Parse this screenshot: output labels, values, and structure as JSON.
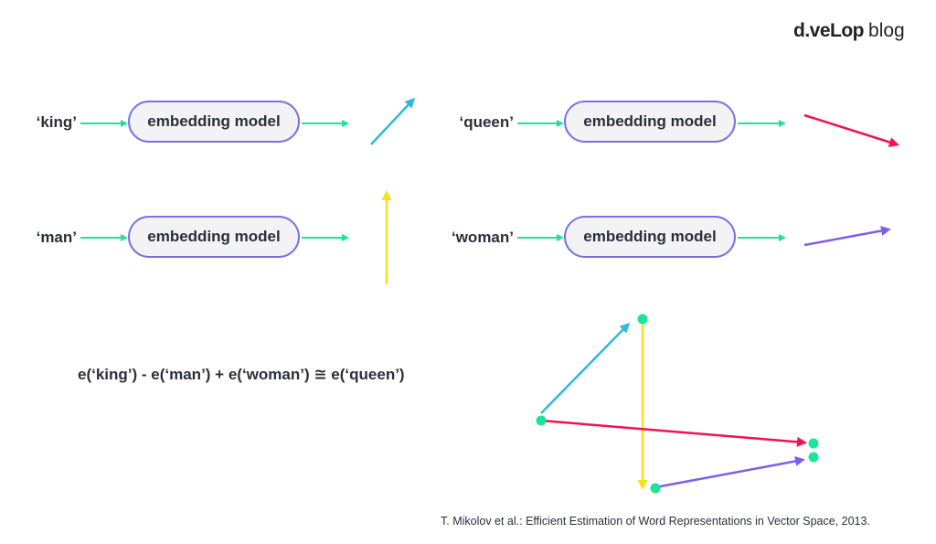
{
  "brand": {
    "name_part1": "d.veLop",
    "name_part2": "blog"
  },
  "rows": [
    {
      "word": "‘king’",
      "model": "embedding model",
      "vector_color": "#2fb9dd"
    },
    {
      "word": "‘man’",
      "model": "embedding model",
      "vector_color": "#f7e11a"
    },
    {
      "word": "‘queen’",
      "model": "embedding model",
      "vector_color": "#f0134f"
    },
    {
      "word": "‘woman’",
      "model": "embedding model",
      "vector_color": "#7c5ff0"
    }
  ],
  "formula": "e(‘king’) - e(‘man’) + e(‘woman’) ≅ e(‘queen’)",
  "citation": "T. Mikolov et al.: Efficient Estimation of Word Representations in Vector Space, 2013.",
  "colors": {
    "flow_arrow": "#1ee39a",
    "pill_border": "#7b6fe8",
    "point": "#1ee39a",
    "king": "#2fb9dd",
    "man": "#f7e11a",
    "queen": "#f0134f",
    "woman": "#7c5ff0"
  }
}
